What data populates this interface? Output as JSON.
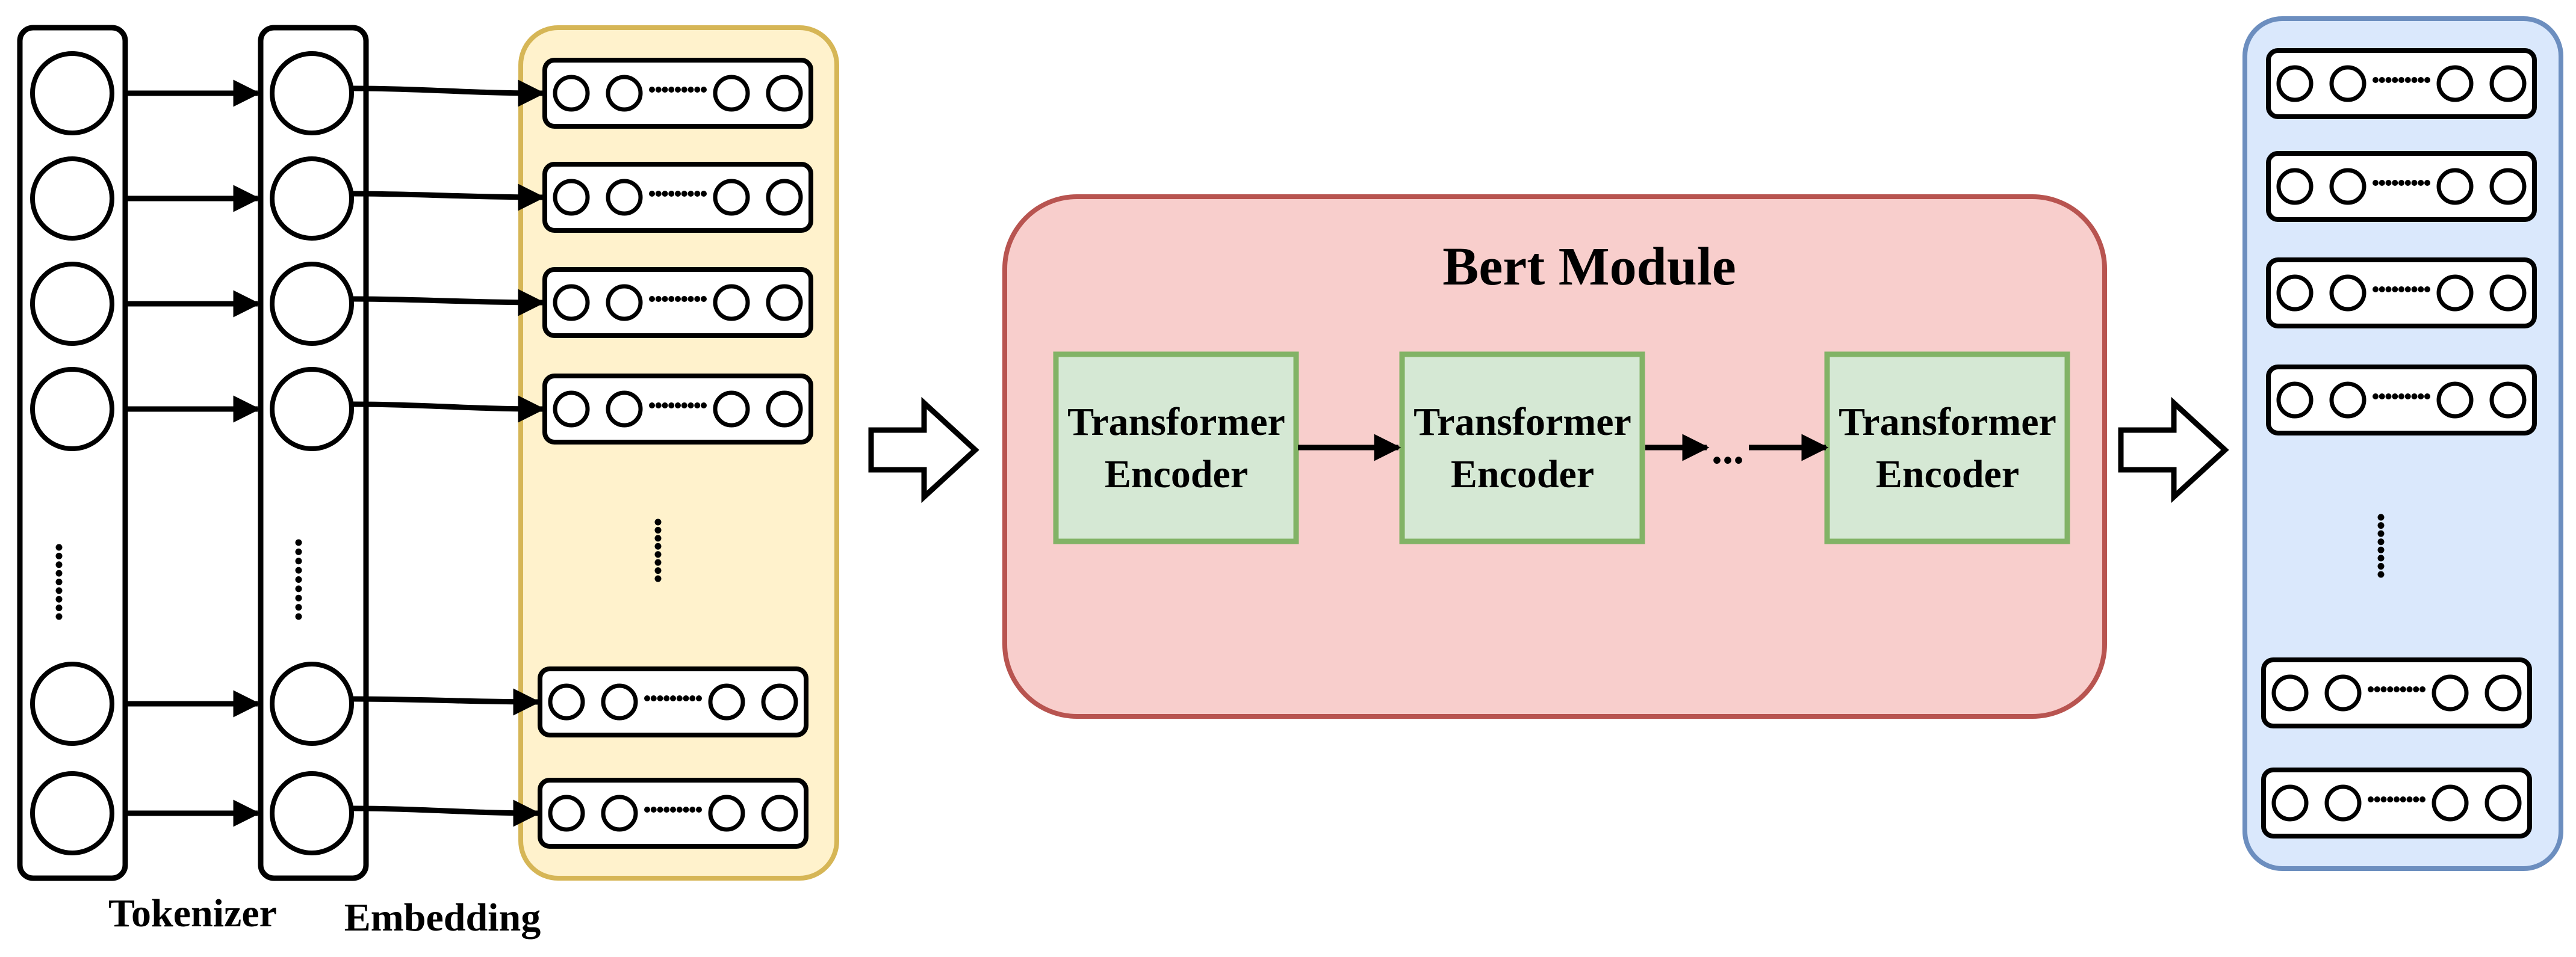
{
  "labels": {
    "tokenizer": "Tokenizer",
    "embedding": "Embedding",
    "bert_module": "Bert Module",
    "between_encoders": "..."
  },
  "encoders": [
    {
      "line1": "Transformer",
      "line2": "Encoder"
    },
    {
      "line1": "Transformer",
      "line2": "Encoder"
    },
    {
      "line1": "Transformer",
      "line2": "Encoder"
    }
  ],
  "colors": {
    "embedding_fill": "#fff2cc",
    "embedding_border": "#d6b656",
    "bert_fill": "#f8cecc",
    "bert_border": "#b85450",
    "encoder_fill": "#d5e8d4",
    "encoder_border": "#82b366",
    "output_fill": "#dae8fc",
    "output_border": "#6c8ebf"
  }
}
